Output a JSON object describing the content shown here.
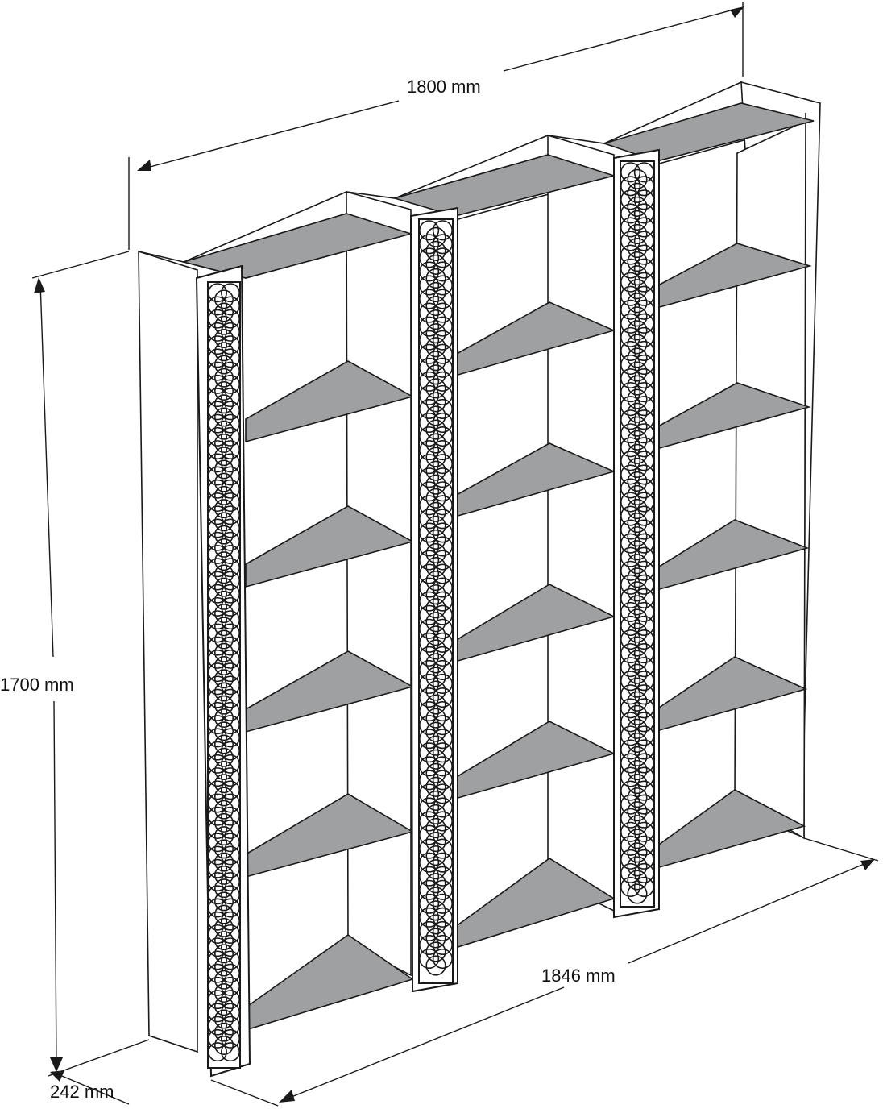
{
  "dimensions": {
    "width_top": "1800 mm",
    "height": "1700 mm",
    "width_bottom": "1846 mm",
    "depth": "242 mm"
  },
  "colors": {
    "shelf_surface": "#9ea0a2",
    "panel": "#ffffff",
    "outline": "#1a1a1a"
  }
}
